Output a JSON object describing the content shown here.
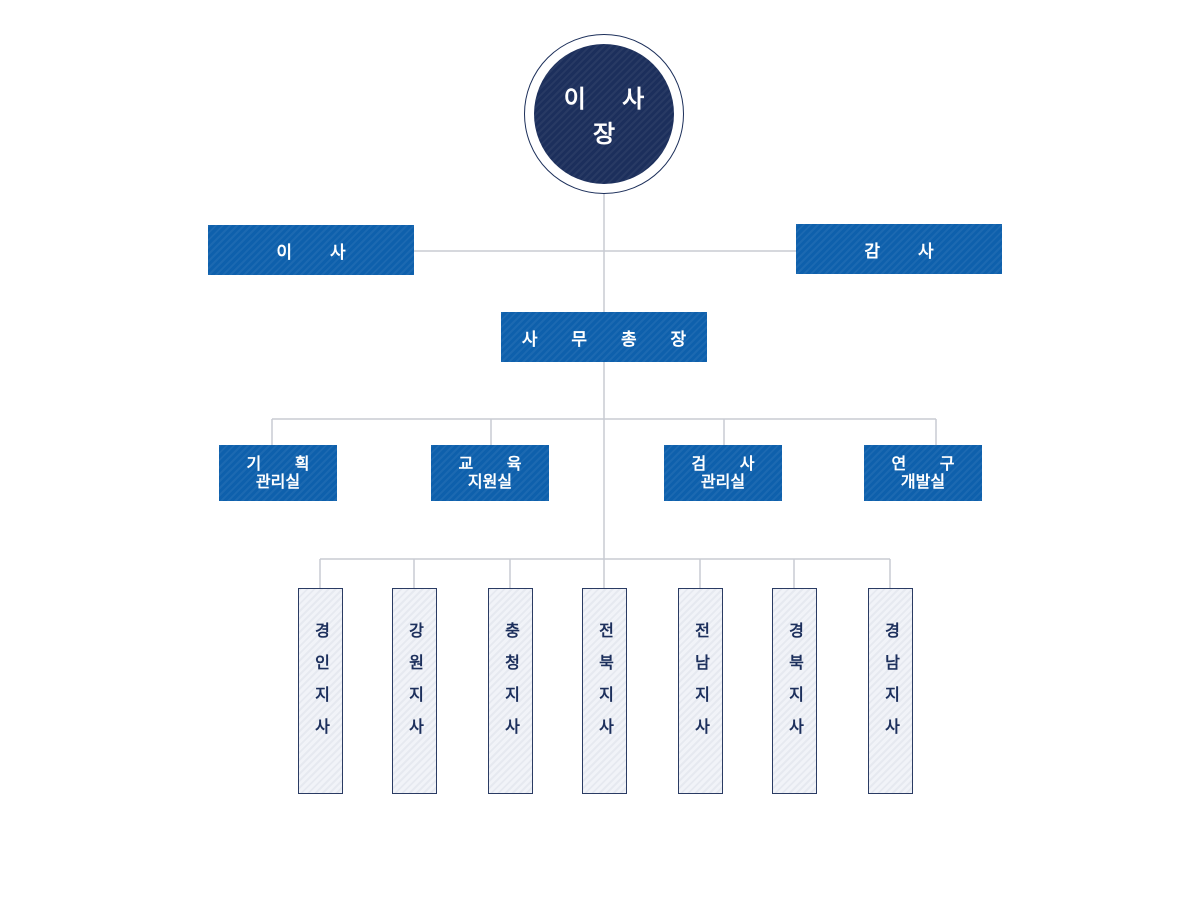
{
  "chairman": {
    "label": "이 사 장"
  },
  "directors": {
    "label": "이 사"
  },
  "auditor": {
    "label": "감 사"
  },
  "secretary_general": {
    "label": "사 무 총 장"
  },
  "departments": [
    {
      "line1": "기 획",
      "line2": "관리실"
    },
    {
      "line1": "교 육",
      "line2": "지원실"
    },
    {
      "line1": "검 사",
      "line2": "관리실"
    },
    {
      "line1": "연 구",
      "line2": "개발실"
    }
  ],
  "branches": [
    {
      "label": "경인지사"
    },
    {
      "label": "강원지사"
    },
    {
      "label": "충청지사"
    },
    {
      "label": "전북지사"
    },
    {
      "label": "전남지사"
    },
    {
      "label": "경북지사"
    },
    {
      "label": "경남지사"
    }
  ],
  "colors": {
    "navy": "#1c2f5c",
    "blue": "#0e60ac",
    "line": "#c8cbd2"
  }
}
